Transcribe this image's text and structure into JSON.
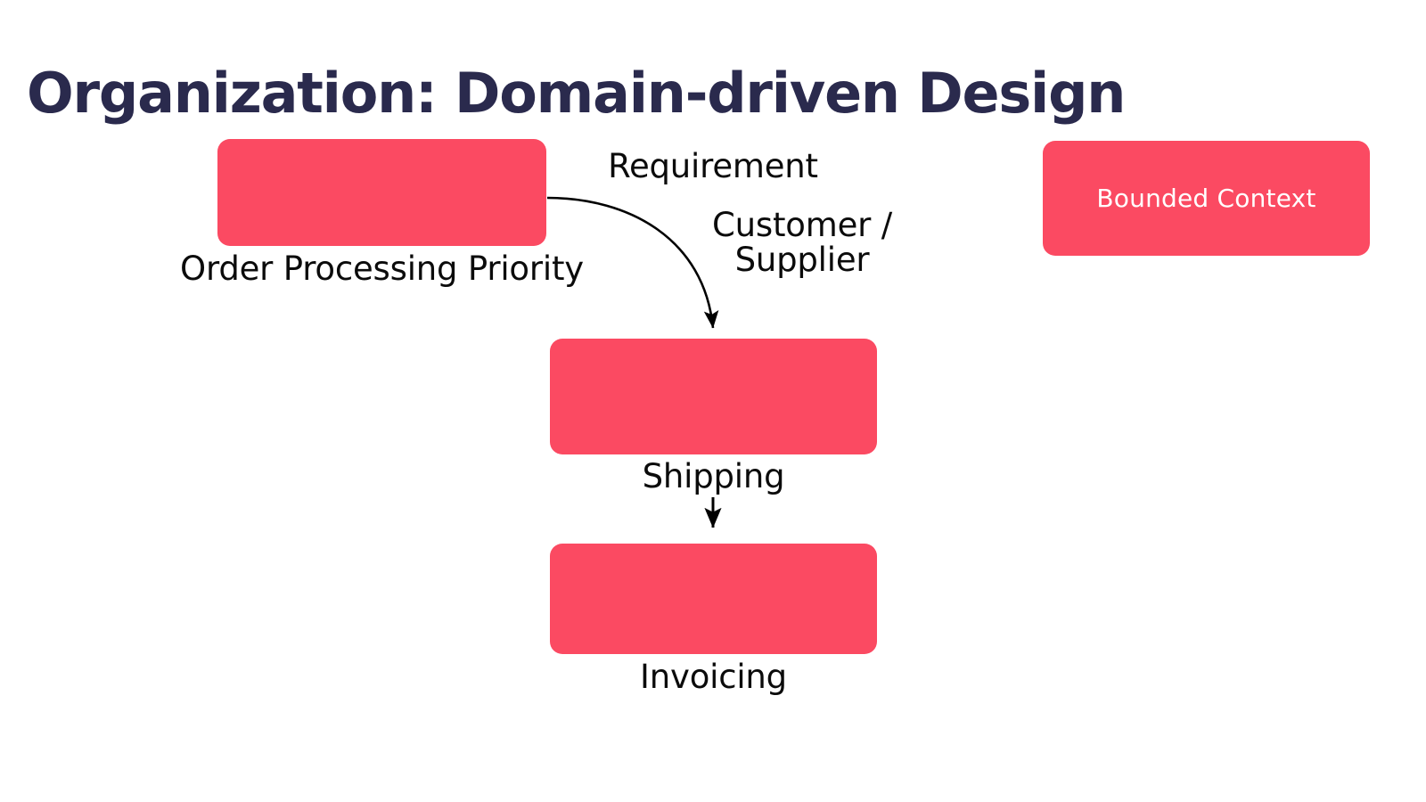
{
  "slide": {
    "title": "Organization: Domain-driven Design",
    "background_color": "#ffffff",
    "title_color": "#2a2a4d",
    "node_color": "#fb4a62",
    "connector_color": "#000000",
    "label_color": "#0b0b0b"
  },
  "nodes": [
    {
      "id": "order-processing-priority",
      "label": "Order Processing\nPriority"
    },
    {
      "id": "shipping",
      "label": "Shipping"
    },
    {
      "id": "invoicing",
      "label": "Invoicing"
    }
  ],
  "legend": {
    "label": "Bounded Context"
  },
  "edges": [
    {
      "id": "order-processing-to-shipping",
      "from": "order-processing-priority",
      "to": "shipping",
      "labels": [
        "Requirement",
        "Customer /\nSupplier"
      ],
      "style": "curved-arrow"
    },
    {
      "id": "shipping-to-invoicing",
      "from": "shipping",
      "to": "invoicing",
      "labels": [],
      "style": "straight-arrow"
    }
  ],
  "edge_labels": {
    "requirement": "Requirement",
    "customer_supplier": "Customer /\nSupplier"
  }
}
